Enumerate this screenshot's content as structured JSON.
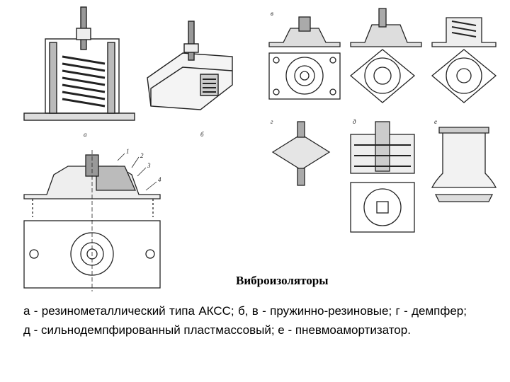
{
  "figure": {
    "labels": {
      "a": "а",
      "b": "б",
      "v": "в",
      "g": "г",
      "d": "д",
      "e": "е",
      "part1": "1",
      "part2": "2",
      "part3": "3",
      "part4": "4"
    }
  },
  "caption": {
    "title": "Виброизоляторы",
    "text": "а - резинометаллический типа АКСС; б, в - пружинно-резиновые; г - демпфер; д - сильнодемпфированный пластмассовый; е - пневмоамортизатор."
  }
}
